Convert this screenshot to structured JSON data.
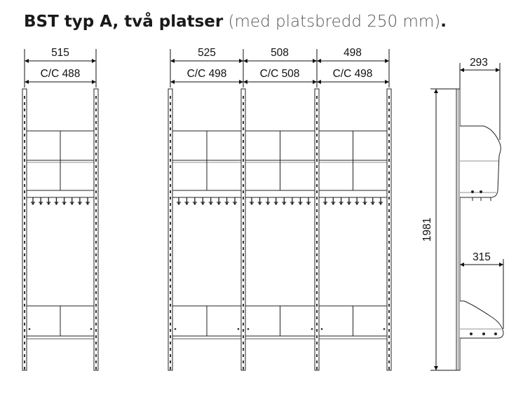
{
  "title": {
    "bold": "BST typ A, två platser",
    "light": " (med platsbredd 250 mm)",
    "end": "."
  },
  "left_unit": {
    "width": "515",
    "cc": "C/C 488"
  },
  "triple_unit": {
    "widths": [
      "525",
      "508",
      "498"
    ],
    "cc": [
      "C/C 498",
      "C/C 508",
      "C/C 498"
    ]
  },
  "side_view": {
    "depth_top": "293",
    "depth_bottom": "315",
    "height": "1981"
  },
  "colors": {
    "line": "#222222",
    "fill": "#ffffff"
  }
}
